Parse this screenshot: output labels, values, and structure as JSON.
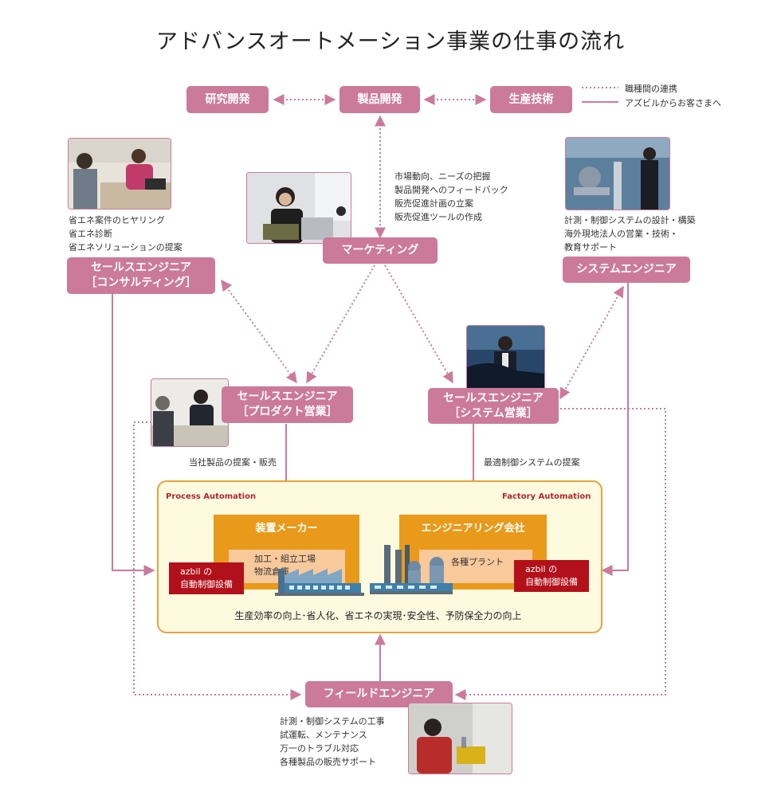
{
  "title": "アドバンスオートメーション事業の仕事の流れ",
  "legend": {
    "dotted": "職種間の連携",
    "solid": "アズビルからお客さまへ"
  },
  "top_boxes": {
    "research": "研究開発",
    "product": "製品開発",
    "production": "生産技術"
  },
  "marketing": {
    "label": "マーケティング",
    "notes": [
      "市場動向、ニーズの把握",
      "製品開発へのフィードバック",
      "販売促進計画の立案",
      "販売促進ツールの作成"
    ]
  },
  "sales_consulting": {
    "line1": "セールスエンジニア",
    "line2": "［コンサルティング］",
    "notes": [
      "省エネ案件のヒヤリング",
      "省エネ診断",
      "省エネソリューションの提案"
    ]
  },
  "system_engineer": {
    "label": "システムエンジニア",
    "notes": [
      "計測・制御システムの設計・構築",
      "海外現地法人の営業・技術・",
      "教育サポート"
    ]
  },
  "sales_product": {
    "line1": "セールスエンジニア",
    "line2": "［プロダクト営業］",
    "note": "当社製品の提案・販売"
  },
  "sales_system": {
    "line1": "セールスエンジニア",
    "line2": "［システム営業］",
    "note": "最適制御システムの提案"
  },
  "automation": {
    "process_label": "Process Automation",
    "factory_label": "Factory Automation",
    "maker": "装置メーカー",
    "maker_inner": [
      "加工・組立工場",
      "物流倉庫"
    ],
    "eng_company": "エンジニアリング会社",
    "eng_inner": "各種プラント",
    "azbil_line1": "azbil の",
    "azbil_line2": "自動制御設備",
    "bottom": "生産効率の向上･省人化、省エネの実現･安全性、予防保全力の向上"
  },
  "field_engineer": {
    "label": "フィールドエンジニア",
    "notes": [
      "計測・制御システムの工事",
      "試運転、メンテナンス",
      "万一のトラブル対応",
      "各種製品の販売サポート"
    ]
  },
  "colors": {
    "box": "#cc7a99",
    "region_border": "#e9a23b",
    "region_fill": "#fefae0",
    "orange": "#e99a1a",
    "inner": "#f7c99b",
    "azbil_red": "#b2101a"
  }
}
